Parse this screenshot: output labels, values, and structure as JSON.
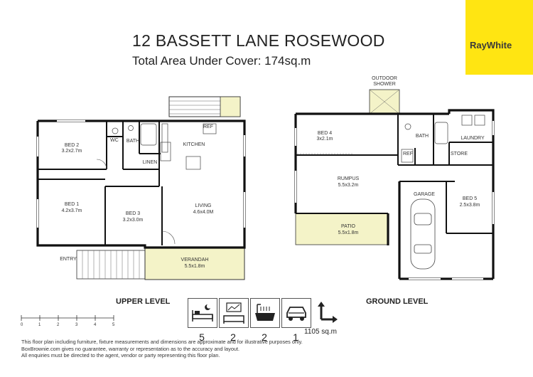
{
  "header": {
    "title": "12 BASSETT LANE ROSEWOOD",
    "subtitle": "Total Area Under Cover: 174sq.m",
    "logo_text": "RayWhite",
    "brand_color": "#ffe512"
  },
  "upper_level": {
    "label": "UPPER LEVEL",
    "rooms": {
      "bed2": "BED 2",
      "bed2_dim": "3.2x2.7m",
      "wc": "WC",
      "bath": "BATH",
      "kitchen": "KITCHEN",
      "ref": "REF",
      "linen": "LINEN",
      "bed1": "BED 1",
      "bed1_dim": "4.2x3.7m",
      "bed3": "BED 3",
      "bed3_dim": "3.2x3.0m",
      "living": "LIVING",
      "living_dim": "4.6x4.0M",
      "verandah": "VERANDAH",
      "verandah_dim": "5.5x1.8m",
      "entry": "ENTRY"
    }
  },
  "ground_level": {
    "label": "GROUND LEVEL",
    "rooms": {
      "outdoor_shower_1": "OUTDOOR",
      "outdoor_shower_2": "SHOWER",
      "bed4": "BED 4",
      "bed4_dim": "3x2.1m",
      "bath": "BATH",
      "laundry": "LAUNDRY",
      "ref": "REF",
      "store": "STORE",
      "rumpus": "RUMPUS",
      "rumpus_dim": "5.5x3.2m",
      "garage": "GARAGE",
      "bed5": "BED 5",
      "bed5_dim": "2.5x3.8m",
      "patio": "PATIO",
      "patio_dim": "5.5x1.8m"
    }
  },
  "accent_fill": "#f4f3c8",
  "scale_ticks": [
    "0",
    "1",
    "2",
    "3",
    "4",
    "5"
  ],
  "features": {
    "bedrooms": "5",
    "living": "2",
    "bathrooms": "2",
    "car": "1",
    "land": "1105 sq.m",
    "icons": [
      "bed-icon",
      "lounge-icon",
      "bath-icon",
      "car-icon",
      "land-area-icon"
    ]
  },
  "disclaimer": {
    "line1": "This floor plan including furniture, fixture measurements and dimensions are approximate and for illustrative purposes only.",
    "line2": "BoxBrownie.com gives no guarantee, warranty or representation as to the accuracy and layout.",
    "line3": "All enquiries must be directed to the agent, vendor or party representing this floor plan."
  }
}
